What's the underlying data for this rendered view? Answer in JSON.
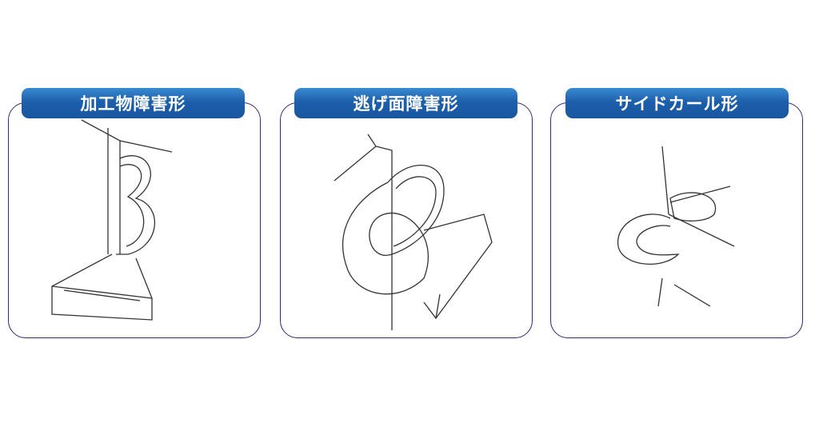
{
  "panels": [
    {
      "title": "加工物障害形"
    },
    {
      "title": "逃げ面障害形"
    },
    {
      "title": "サイドカール形"
    }
  ],
  "colors": {
    "header": "#1c5fab",
    "border": "#2b2b78"
  }
}
